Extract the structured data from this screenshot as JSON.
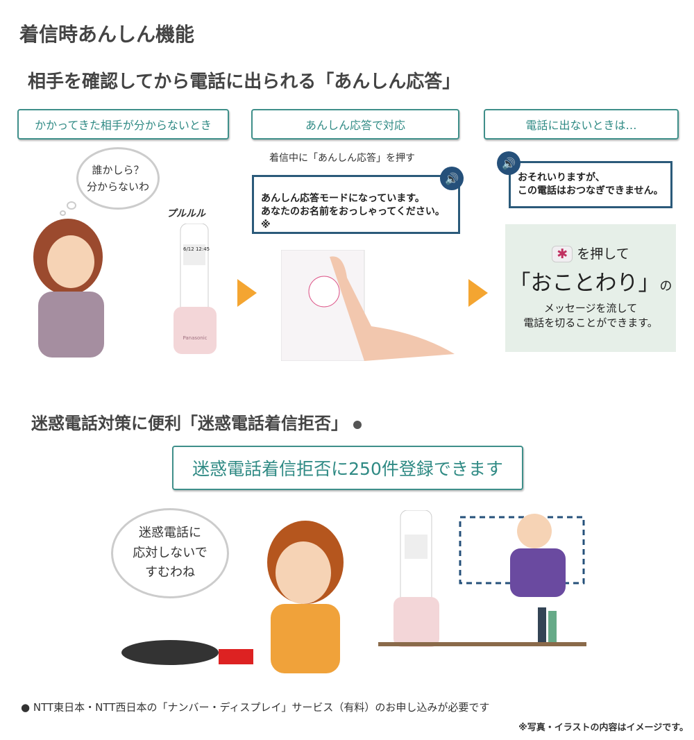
{
  "title": "着信時あんしん機能",
  "section1": {
    "heading": "相手を確認してから電話に出られる「あんしん応答」",
    "steps": [
      {
        "label": "かかってきた相手が分からないとき",
        "thought": [
          "誰かしら？",
          "分からないわ"
        ],
        "ring": "プルルル"
      },
      {
        "label": "あんしん応答で対応",
        "instruction": "着信中に「あんしん応答」を押す",
        "message": [
          "あんしん応答モードになっています。",
          "あなたのお名前をおっしゃってください。※"
        ]
      },
      {
        "label": "電話に出ないときは…",
        "message": [
          "おそれいりますが、",
          "この電話はおつなぎできません。"
        ],
        "panel": {
          "press": "を押して",
          "big": "「おことわり」",
          "no": "の",
          "line1": "メッセージを流して",
          "line2": "電話を切ることができます。"
        }
      }
    ],
    "brand": "Panasonic",
    "screen_time": "6/12 12:45"
  },
  "section2": {
    "heading": "迷惑電話対策に便利「迷惑電話着信拒否」",
    "banner": "迷惑電話着信拒否に250件登録できます",
    "thought": [
      "迷惑電話に",
      "応対しないで",
      "すむわね"
    ]
  },
  "footer": {
    "note": "NTT東日本・NTT西日本の「ナンバー・ディスプレイ」サービス（有料）のお申し込みが必要です",
    "disclaimer": "※写真・イラストの内容はイメージです。"
  },
  "colors": {
    "teal": "#3f8f8a",
    "navy": "#25507a",
    "arrow": "#f4a531",
    "panel": "#e6efe8",
    "phone_pink": "#f3d6d8"
  }
}
